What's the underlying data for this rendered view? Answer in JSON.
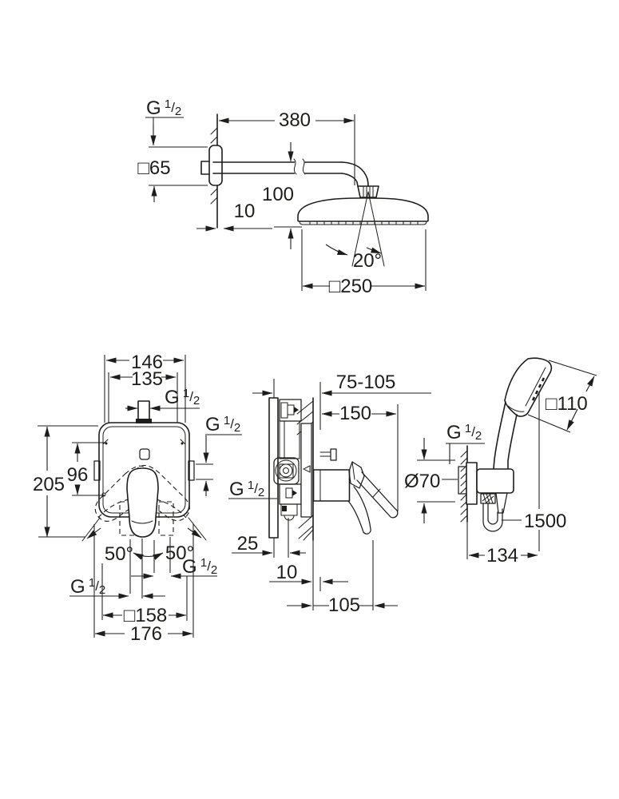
{
  "colors": {
    "ink": "#1d1d1b",
    "paper": "#ffffff"
  },
  "views": {
    "head_shower": {
      "labels": {
        "thread": "G 1/2",
        "arm_length": "380",
        "flange_size": "□65",
        "head_height": "100",
        "wall_gap": "10",
        "spray_angle": "20°",
        "head_size": "□250"
      }
    },
    "valve_front": {
      "labels": {
        "width_outer": "146",
        "width_inner": "135",
        "thread_top": "G 1/2",
        "thread_side": "G 1/2",
        "port_offset": "96",
        "height": "205",
        "swing_left": "50°",
        "swing_right": "50°",
        "thread_bottom_left": "G 1/2",
        "thread_bottom_right": "G 1/2",
        "plate_size": "□158",
        "box_width": "176"
      }
    },
    "valve_side": {
      "labels": {
        "depth_range": "75-105",
        "projection": "150",
        "thread": "G 1/2",
        "depth_min": "25",
        "tile_min": "10",
        "lever_depth": "105"
      }
    },
    "hand_shower": {
      "labels": {
        "head_size": "□110",
        "thread": "G 1/2",
        "escutcheon_diameter": "Ø70",
        "hose_length": "1500",
        "holder_projection": "134"
      }
    }
  }
}
